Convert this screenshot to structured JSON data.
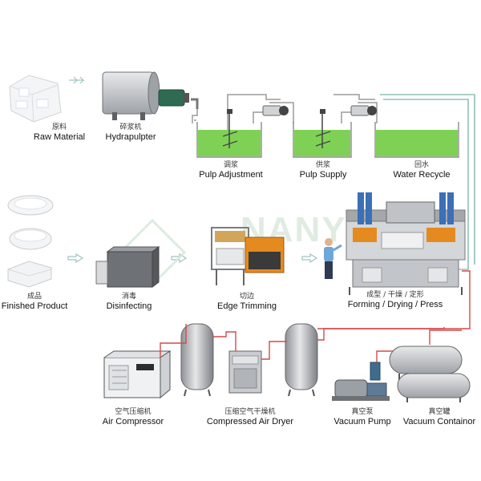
{
  "watermark": "NANY",
  "steps": {
    "raw_material": {
      "zh": "原料",
      "en": "Raw Material"
    },
    "hydrapulpter": {
      "zh": "碎浆机",
      "en": "Hydrapulpter"
    },
    "pulp_adjustment": {
      "zh": "调浆",
      "en": "Pulp Adjustment"
    },
    "pulp_supply": {
      "zh": "供浆",
      "en": "Pulp Supply"
    },
    "water_recycle": {
      "zh": "回水",
      "en": "Water Recycle"
    },
    "forming": {
      "zh": "成型 / 干燥 / 定形",
      "en": "Forming / Drying / Press"
    },
    "edge_trimming": {
      "zh": "切边",
      "en": "Edge Trimming"
    },
    "disinfecting": {
      "zh": "消毒",
      "en": "Disinfecting"
    },
    "finished_product": {
      "zh": "成品",
      "en": "Finished Product"
    },
    "air_compressor": {
      "zh": "空气压缩机",
      "en": "Air Compressor"
    },
    "air_dryer": {
      "zh": "压缩空气干燥机",
      "en": "Compressed Air Dryer"
    },
    "vacuum_pump": {
      "zh": "真空泵",
      "en": "Vacuum Pump"
    },
    "vacuum_container": {
      "zh": "真空罐",
      "en": "Vacuum Containor"
    }
  },
  "colors": {
    "pulp_green": "#7fd155",
    "pipe_gray": "#9a9a9a",
    "pipe_red": "#d44a4a",
    "arrow_outline": "#9fc4c0",
    "machine_gray": "#b9bcc0",
    "machine_orange": "#e58a1f",
    "machine_blue": "#3b6fb6"
  }
}
